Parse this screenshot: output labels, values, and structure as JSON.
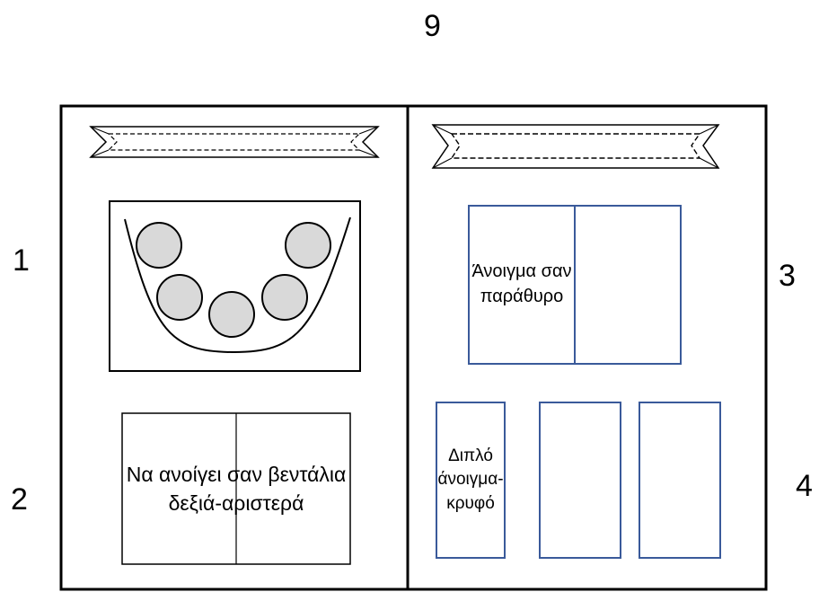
{
  "labels": {
    "top": "9",
    "one": "1",
    "two": "2",
    "three": "3",
    "four": "4"
  },
  "panels": {
    "fan_text": "Να ανοίγει σαν βεντάλια δεξιά-αριστερά",
    "window_text": "Άνοιγμα σαν παράθυρο",
    "double_text": "Διπλό άνοιγμα-κρυφό"
  },
  "colors": {
    "outline": "#000000",
    "blue_outline": "#3a5a9a",
    "circle_fill": "#d9d9d9"
  }
}
